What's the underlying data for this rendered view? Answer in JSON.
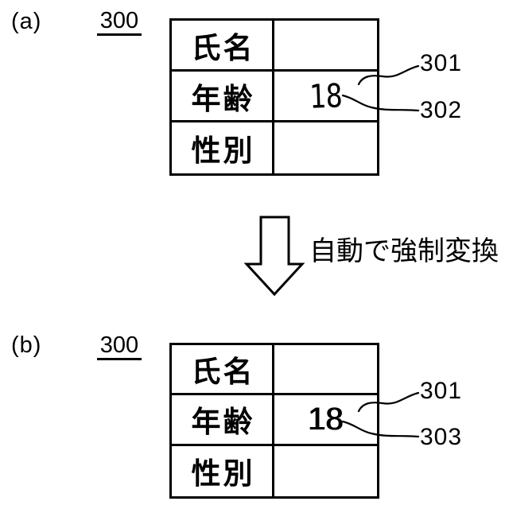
{
  "figure": {
    "colors": {
      "ink": "#000000",
      "background": "#ffffff"
    },
    "panel_a": {
      "label": "(a)",
      "ref_number": "300",
      "table": {
        "rows": [
          {
            "label": "氏名",
            "value": ""
          },
          {
            "label": "年齢",
            "value": "18"
          },
          {
            "label": "性別",
            "value": ""
          }
        ]
      },
      "callouts": [
        {
          "id": "301"
        },
        {
          "id": "302"
        }
      ],
      "value_style_note": "handwritten"
    },
    "arrow": {
      "label": "自動で強制変換",
      "icon": "down-arrow-icon"
    },
    "panel_b": {
      "label": "(b)",
      "ref_number": "300",
      "table": {
        "rows": [
          {
            "label": "氏名",
            "value": ""
          },
          {
            "label": "年齢",
            "value": "18"
          },
          {
            "label": "性別",
            "value": ""
          }
        ]
      },
      "callouts": [
        {
          "id": "301"
        },
        {
          "id": "303"
        }
      ],
      "value_style_note": "machine-converted"
    }
  }
}
